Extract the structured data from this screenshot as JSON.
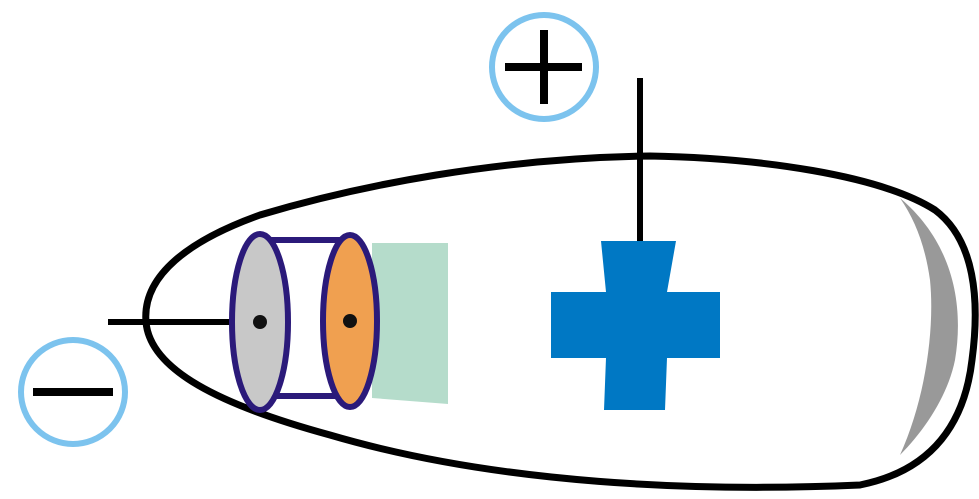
{
  "diagram": {
    "terminals": [
      {
        "name": "positive",
        "symbol": "plus"
      },
      {
        "name": "negative",
        "symbol": "minus"
      }
    ]
  },
  "colors": {
    "outline": "#000000",
    "terminal_ring": "#7cc3ee",
    "cathode_disc": "#c8c8c8",
    "focus_disc": "#f0a050",
    "disc_outline": "#2b1a7a",
    "beam": "#b5dccb",
    "anode_target": "#0078c4",
    "screen": "#999999"
  }
}
